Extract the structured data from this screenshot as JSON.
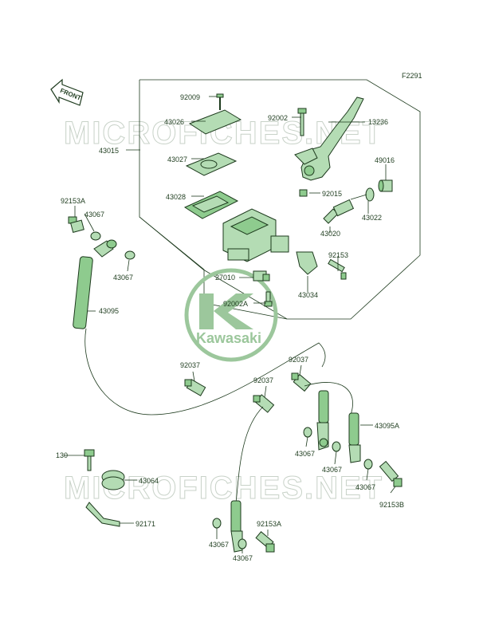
{
  "diagram_code": "F2291",
  "front_label": "FRONT",
  "brand": "Kawasaki",
  "watermark": "MICROFICHES.NET",
  "colors": {
    "part_fill": "#b4dcb4",
    "part_dark": "#8ecb8e",
    "outline": "#1d3a1d",
    "watermark": "#c8d2c8"
  },
  "labels": {
    "p92009": "92009",
    "p43026": "43026",
    "p92002": "92002",
    "p13236": "13236",
    "p43015": "43015",
    "p43027": "43027",
    "p49016": "49016",
    "p43028": "43028",
    "p92015": "92015",
    "p92153A_top": "92153A",
    "p43067_a": "43067",
    "p43022": "43022",
    "p43020": "43020",
    "p92153": "92153",
    "p43067_b": "43067",
    "p27010": "27010",
    "p43034": "43034",
    "p92002A": "92002A",
    "p43095": "43095",
    "p92037_a": "92037",
    "p92037_b": "92037",
    "p92037_c": "92037",
    "p43095A": "43095A",
    "p43067_c": "43067",
    "p43067_d": "43067",
    "p43067_e": "43067",
    "p130": "130",
    "p43064": "43064",
    "p92153B": "92153B",
    "p92171": "92171",
    "p92153A_bot": "92153A",
    "p43067_f": "43067",
    "p43067_g": "43067"
  }
}
